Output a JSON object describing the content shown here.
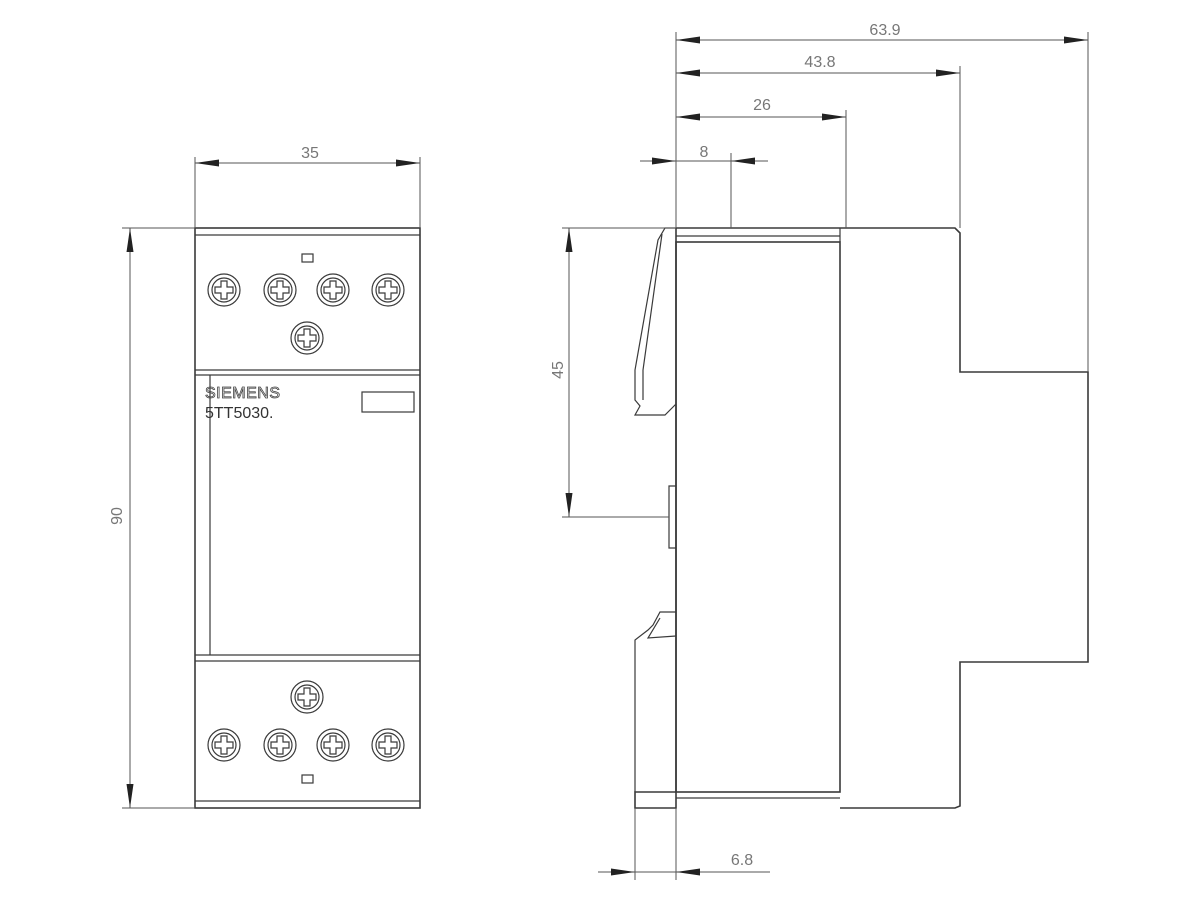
{
  "front_view": {
    "brand": "SIEMENS",
    "model": "5TT5030.",
    "width_label": "35",
    "height_label": "90"
  },
  "side_view": {
    "dims": {
      "depth_total": "63.9",
      "depth_mid": "43.8",
      "depth_cover": "26",
      "depth_small": "8",
      "rail_center": "45",
      "offset": "6.8"
    }
  }
}
